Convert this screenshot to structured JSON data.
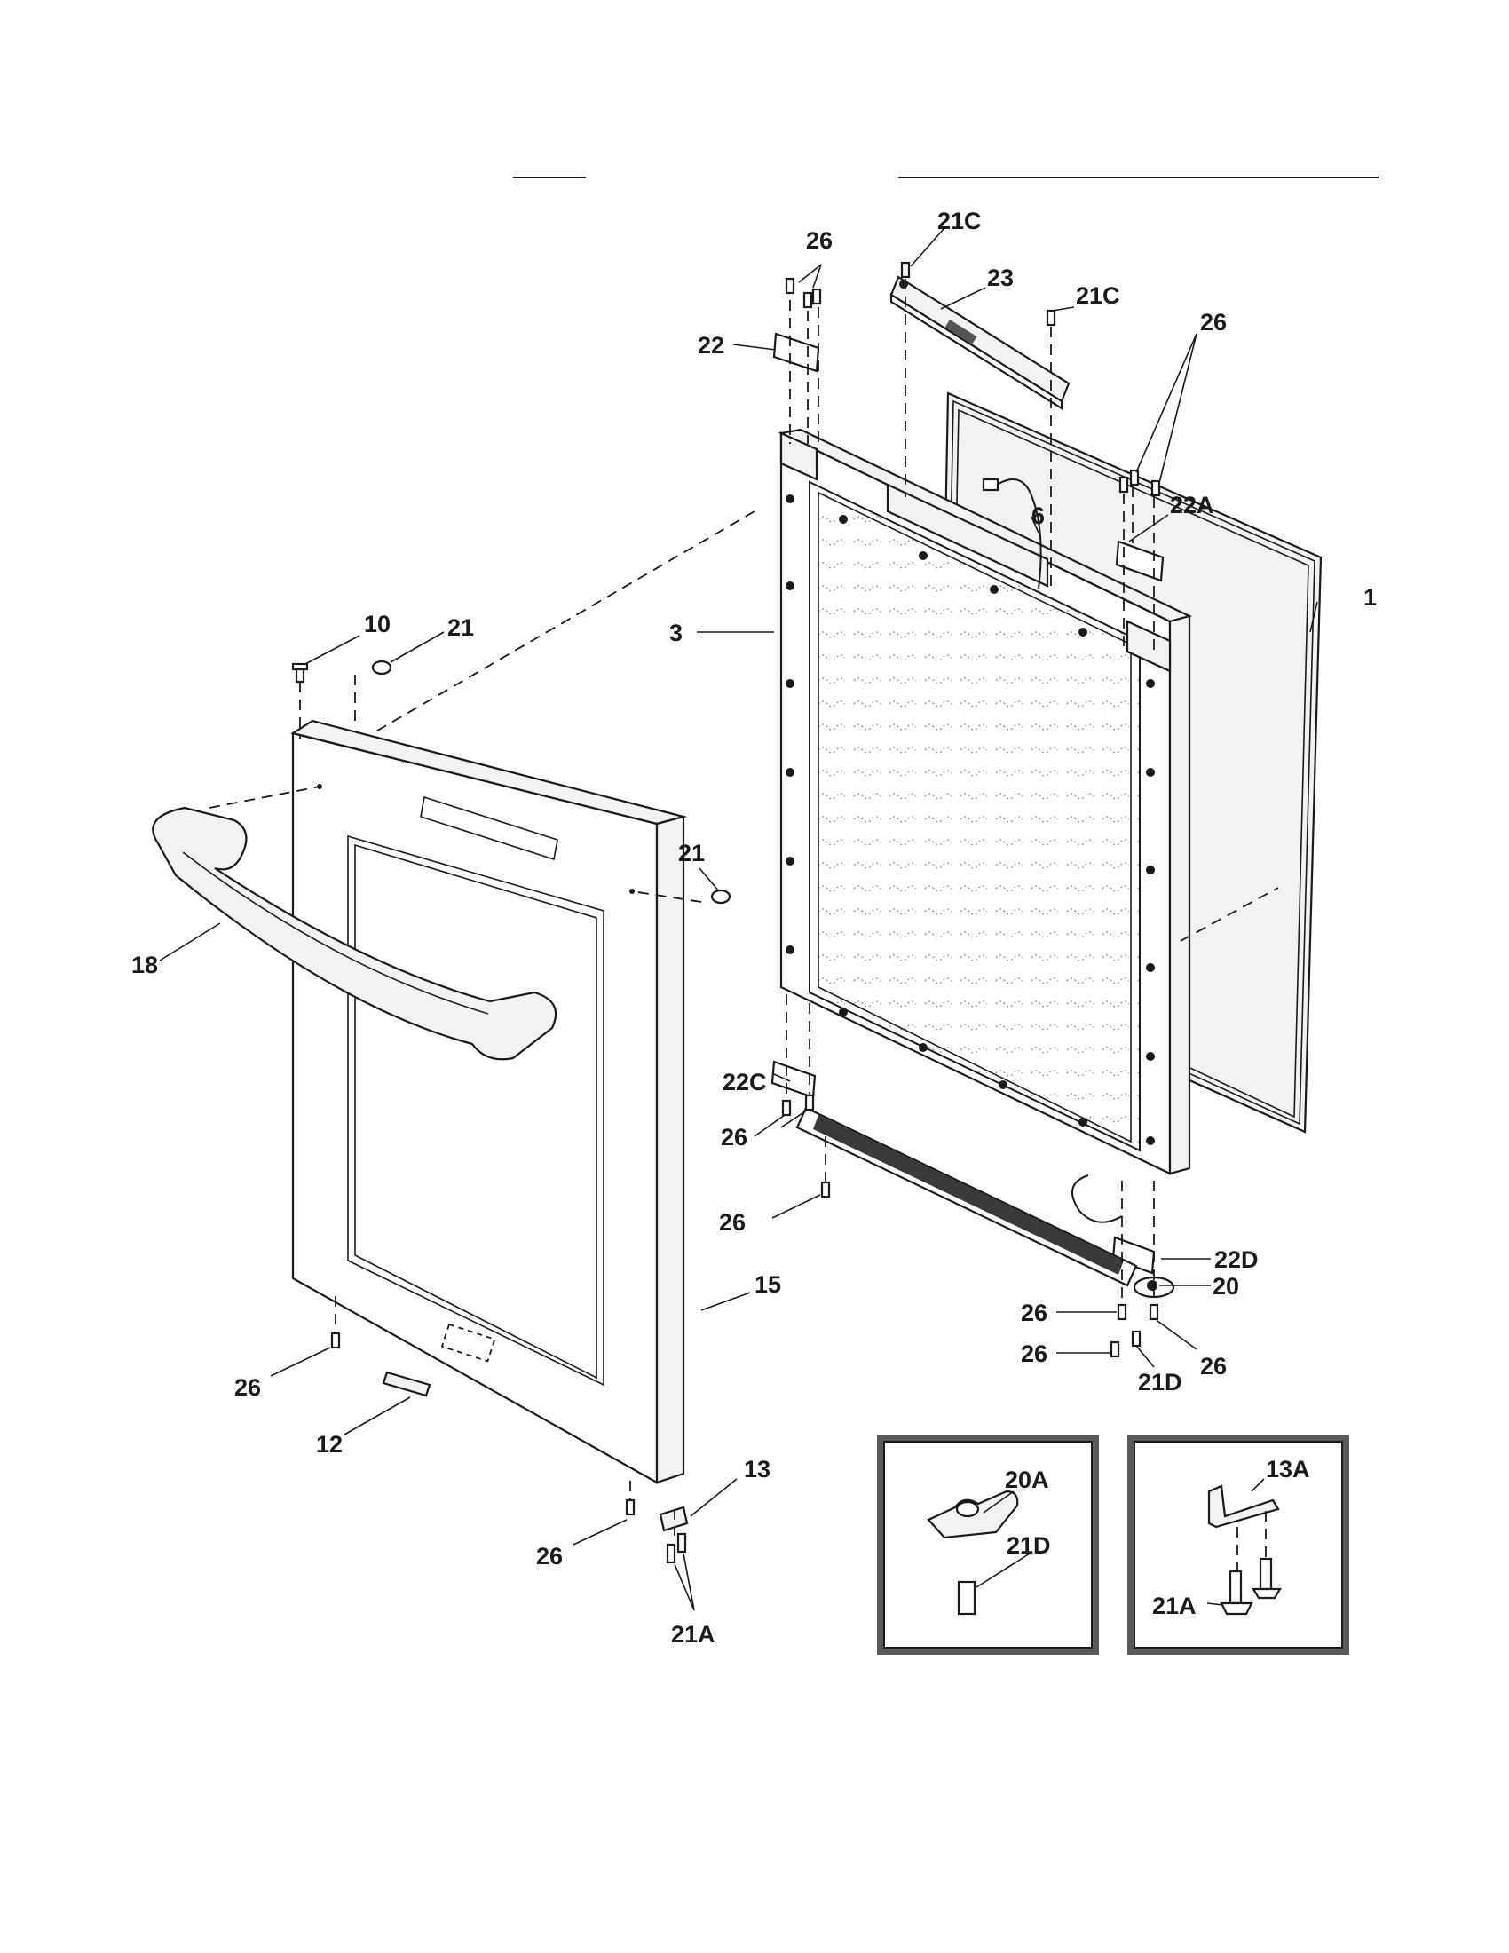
{
  "labels": {
    "l26a": "26",
    "l21c_a": "21C",
    "l23": "23",
    "l21c_b": "21C",
    "l22": "22",
    "l26b": "26",
    "l6": "6",
    "l22a": "22A",
    "l1": "1",
    "l3": "3",
    "l10": "10",
    "l21a_top": "21",
    "l21_mid": "21",
    "l18": "18",
    "l22c": "22C",
    "l26c": "26",
    "l26d": "26",
    "l22d": "22D",
    "l20": "20",
    "l26e": "26",
    "l26f": "26",
    "l21d": "21D",
    "l26g": "26",
    "l15": "15",
    "l26h": "26",
    "l12": "12",
    "l13": "13",
    "l26i": "26",
    "l21a": "21A",
    "l20a": "20A",
    "l21d_inset": "21D",
    "l13a": "13A",
    "l21a_inset": "21A"
  }
}
